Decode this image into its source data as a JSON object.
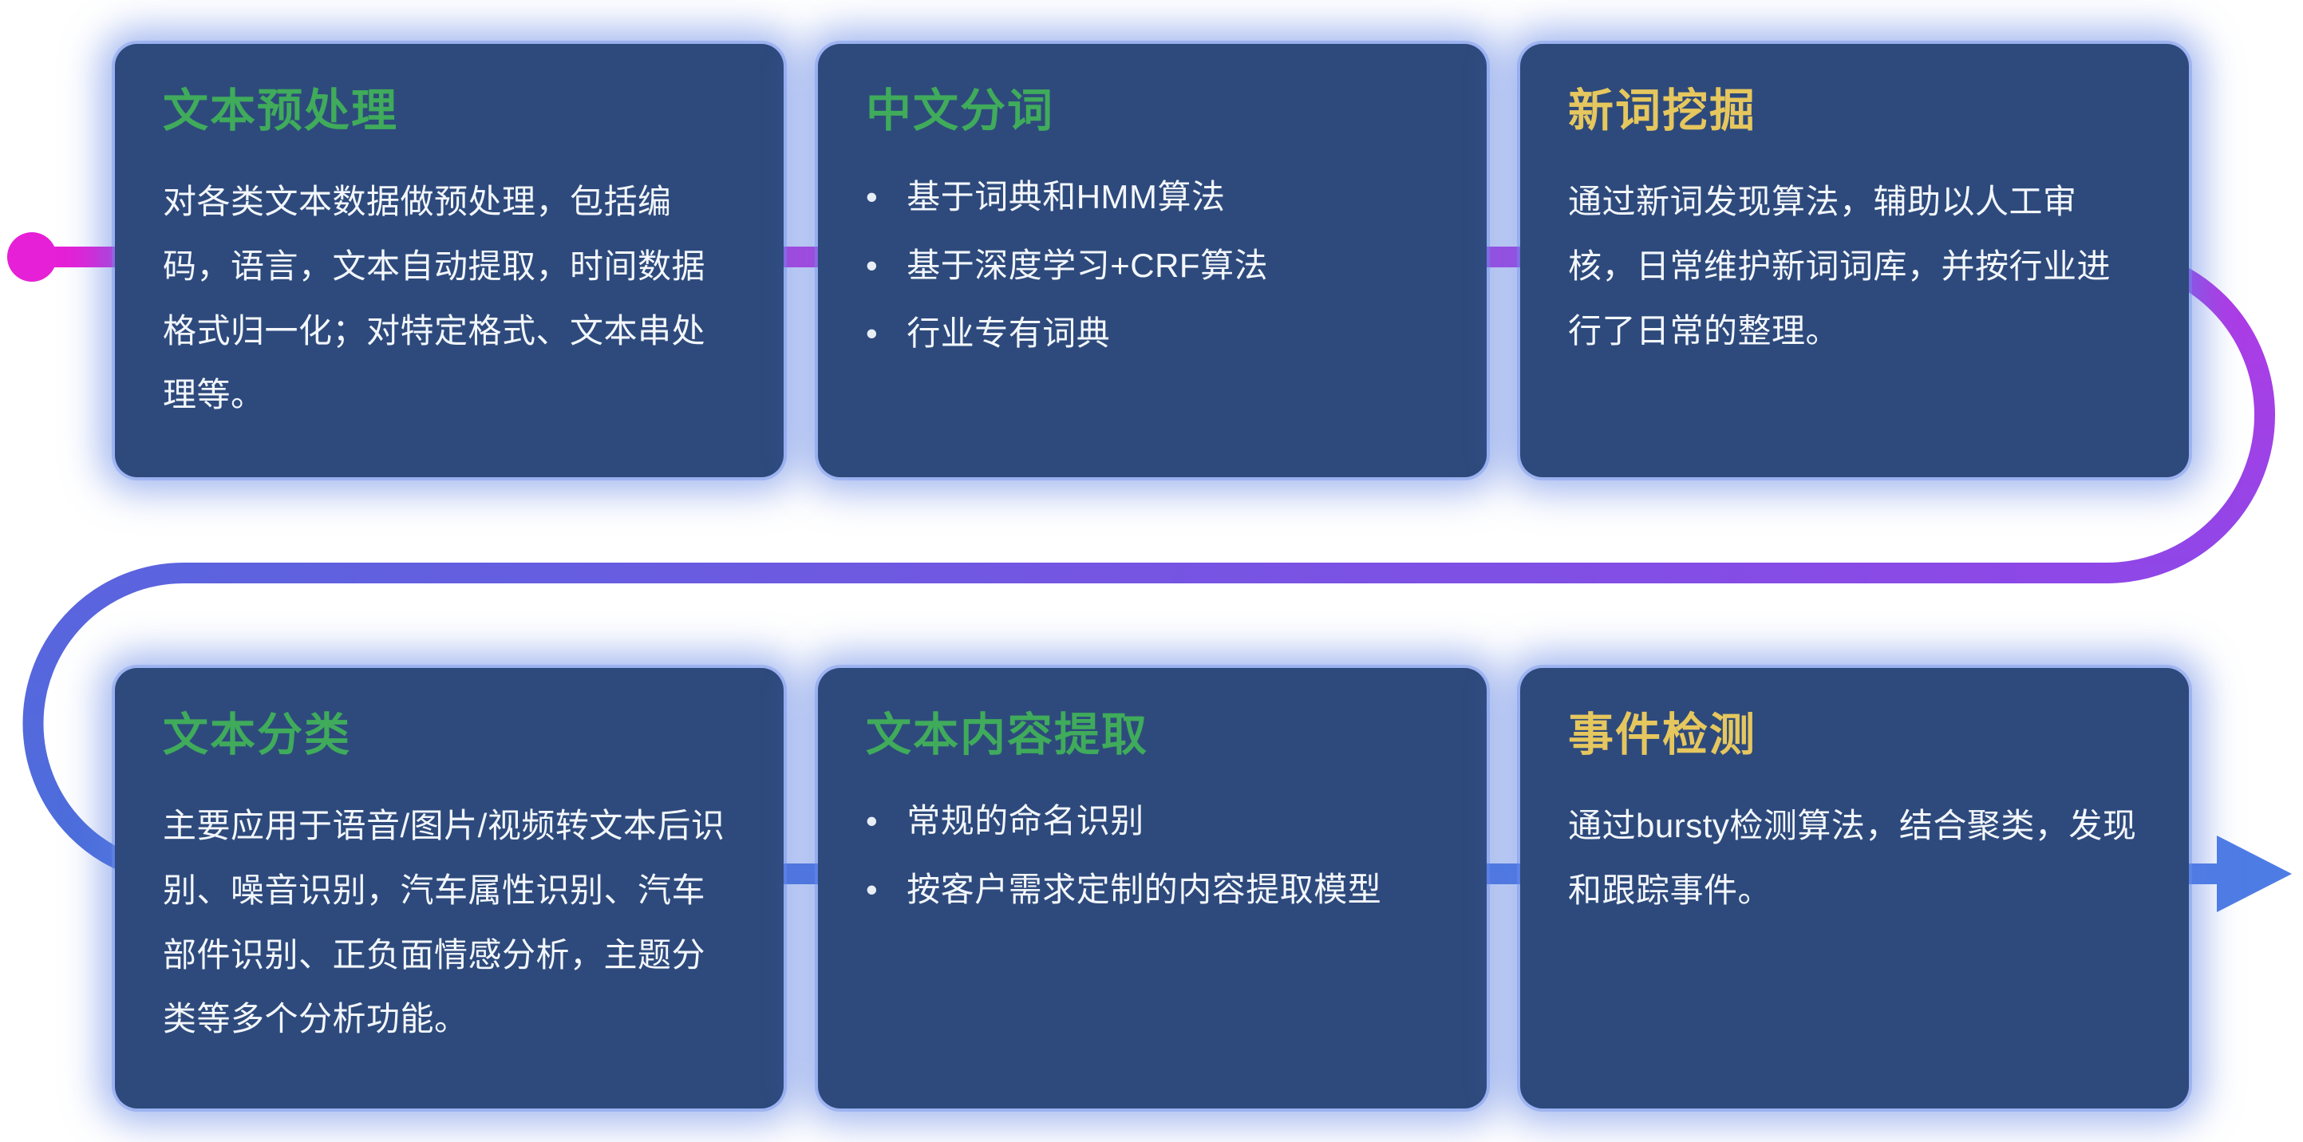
{
  "colors": {
    "card-bg": "#2e4a7c",
    "card-glow": "#587ce2",
    "title-green": "#3fab5b",
    "title-yellow": "#e6c75e",
    "body-text": "#f3f7fc",
    "line-magenta": "#e620d6",
    "line-purple": "#b33ae5",
    "line-deep-purple": "#8f47e7",
    "line-violet": "#5c63de",
    "line-blue": "#4a6fdb",
    "arrow-blue": "#4e7ce5"
  },
  "ui": {
    "bullet": "•"
  },
  "cards": [
    {
      "id": "text-preprocessing",
      "title": "文本预处理",
      "body": "对各类文本数据做预处理，包括编码，语言，文本自动提取，时间数据格式归一化；对特定格式、文本串处理等。"
    },
    {
      "id": "chinese-word-segmentation",
      "title": "中文分词",
      "bullets": [
        "基于词典和HMM算法",
        "基于深度学习+CRF算法",
        "行业专有词典"
      ]
    },
    {
      "id": "new-word-mining",
      "title": "新词挖掘",
      "body": "通过新词发现算法，辅助以人工审核，日常维护新词词库，并按行业进行了日常的整理。"
    },
    {
      "id": "text-classification",
      "title": "文本分类",
      "body": "主要应用于语音/图片/视频转文本后识别、噪音识别，汽车属性识别、汽车部件识别、正负面情感分析，主题分类等多个分析功能。"
    },
    {
      "id": "text-content-extraction",
      "title": "文本内容提取",
      "bullets": [
        "常规的命名识别",
        "按客户需求定制的内容提取模型"
      ]
    },
    {
      "id": "event-detection",
      "title": "事件检测",
      "body": "通过bursty检测算法，结合聚类，发现和跟踪事件。"
    }
  ]
}
